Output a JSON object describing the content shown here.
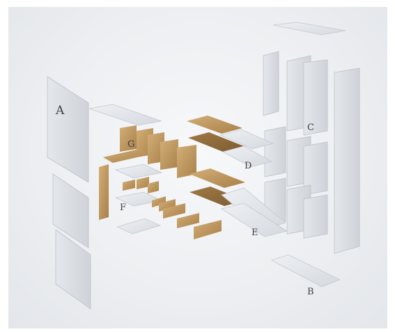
{
  "labels": {
    "A": "A",
    "B": "B",
    "C": "C",
    "D": "D",
    "E": "E",
    "F": "F",
    "G": "G"
  },
  "colors": {
    "background": "#eceef1",
    "panel_light": "#dfe2e7",
    "panel_mid": "#d3d7dd",
    "panel_edge": "#b9bec6",
    "wood_light": "#c8a46d",
    "wood_mid": "#b28a52",
    "wood_dark": "#8f6a3b",
    "label_text": "#3b3f45"
  }
}
